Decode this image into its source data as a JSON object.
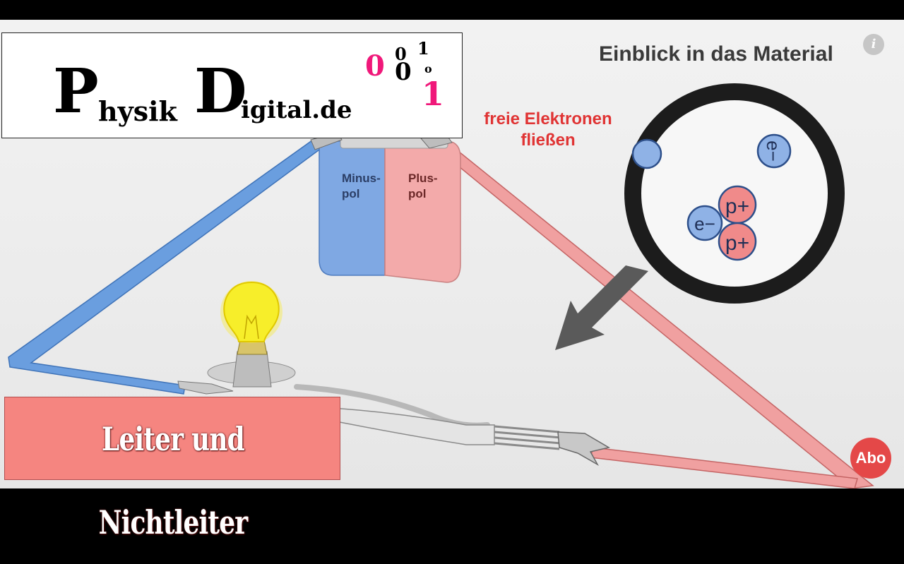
{
  "logo": {
    "p": "P",
    "hysik": "hysik",
    "d": "D",
    "igital": "igital.de",
    "bits": [
      "0",
      "0",
      "1",
      "0",
      "o",
      "1"
    ]
  },
  "title": "Leiter und Nichtleiter",
  "labels": {
    "einblick": "Einblick in das Material",
    "freie_line1": "freie Elektronen",
    "freie_line2": "fließen",
    "minus_line1": "Minus-",
    "minus_line2": "pol",
    "plus_line1": "Plus-",
    "plus_line2": "pol"
  },
  "particles": {
    "electron": "e−",
    "proton": "p+"
  },
  "buttons": {
    "abo": "Abo",
    "info": "i"
  },
  "colors": {
    "wire_blue": "#6a9edf",
    "wire_red": "#f0a0a0",
    "battery_blue": "#7fa8e3",
    "battery_red": "#f3aaaa",
    "title_bg": "#f58580",
    "label_red": "#e03434",
    "logo_pink": "#f0187a",
    "abo": "#e44848"
  }
}
